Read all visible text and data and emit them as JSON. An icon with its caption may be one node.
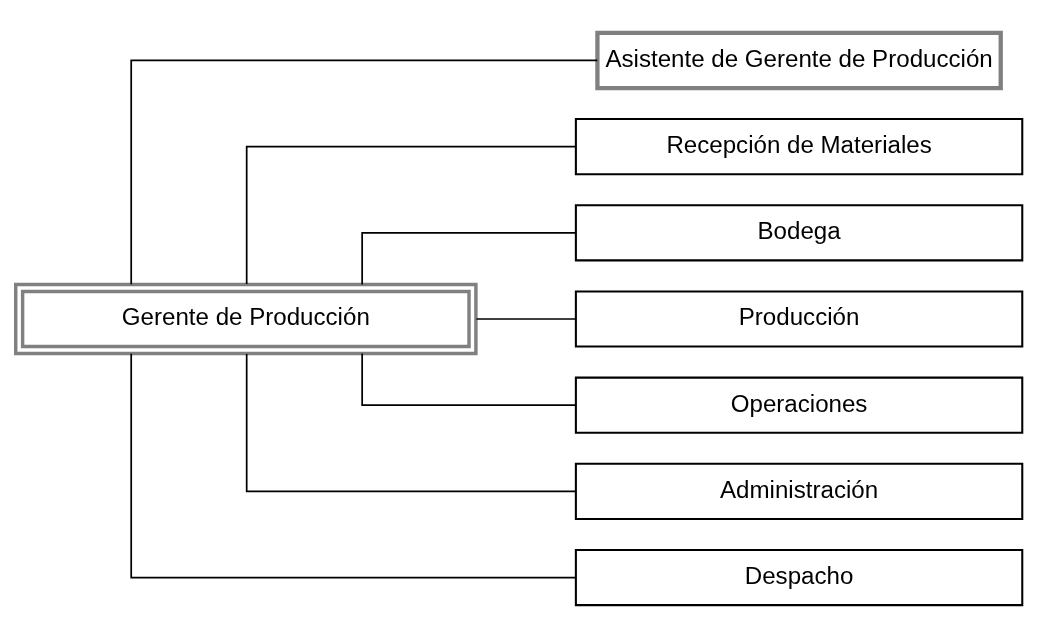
{
  "diagram": {
    "nodes": [
      {
        "text": [
          "Gerente de Producción"
        ]
      },
      {
        "text": [
          "Asistente de Gerente de Producción"
        ]
      },
      {
        "text": [
          "Recepción de Materiales"
        ]
      },
      {
        "text": [
          "Bodega"
        ]
      },
      {
        "text": [
          "Producción"
        ]
      },
      {
        "text": [
          "Operaciones"
        ]
      },
      {
        "text": [
          "Administración"
        ]
      },
      {
        "text": [
          "Despacho"
        ]
      }
    ],
    "edges": [
      {
        "from": 0,
        "to": 1,
        "arrow": "none"
      },
      {
        "from": 0,
        "to": 2,
        "arrow": "none"
      },
      {
        "from": 0,
        "to": 3,
        "arrow": "none"
      },
      {
        "from": 0,
        "to": 4,
        "arrow": "none"
      },
      {
        "from": 0,
        "to": 5,
        "arrow": "none"
      },
      {
        "from": 0,
        "to": 6,
        "arrow": "none"
      },
      {
        "from": 0,
        "to": 7,
        "arrow": "none"
      }
    ]
  }
}
